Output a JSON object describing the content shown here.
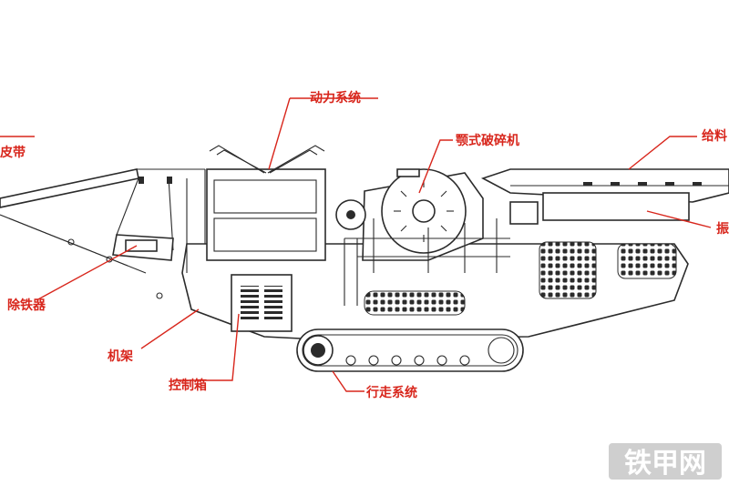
{
  "labels": {
    "belt": "皮带",
    "power": "动力系统",
    "jaw": "颚式破碎机",
    "feed": "给料",
    "side": "振",
    "iron": "除铁器",
    "frame": "机架",
    "control": "控制箱",
    "walk": "行走系统"
  },
  "watermark": "铁甲网"
}
